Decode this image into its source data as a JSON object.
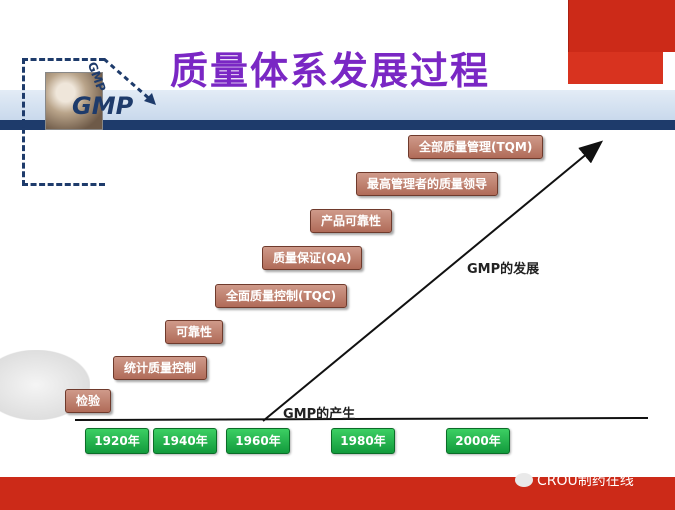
{
  "title": "质量体系发展过程",
  "logo": {
    "text": "GMP",
    "vertical_text": "GMP"
  },
  "milestones": [
    "检验",
    "统计质量控制",
    "可靠性",
    "全面质量控制(TQC)",
    "质量保证(QA)",
    "产品可靠性",
    "最高管理者的质量领导",
    "全部质量管理(TQM)"
  ],
  "years": [
    "1920年",
    "1940年",
    "1960年",
    "1980年",
    "2000年"
  ],
  "labels": {
    "development": "GMP的发展",
    "origin": "GMP的产生"
  },
  "watermark": "CROU制药在线",
  "colors": {
    "title": "#7a27c4",
    "milestone_box": "#b06b58",
    "year_box": "#129a3c",
    "header_dark": "#1e3b6b",
    "accent_red": "#cc2a18"
  }
}
